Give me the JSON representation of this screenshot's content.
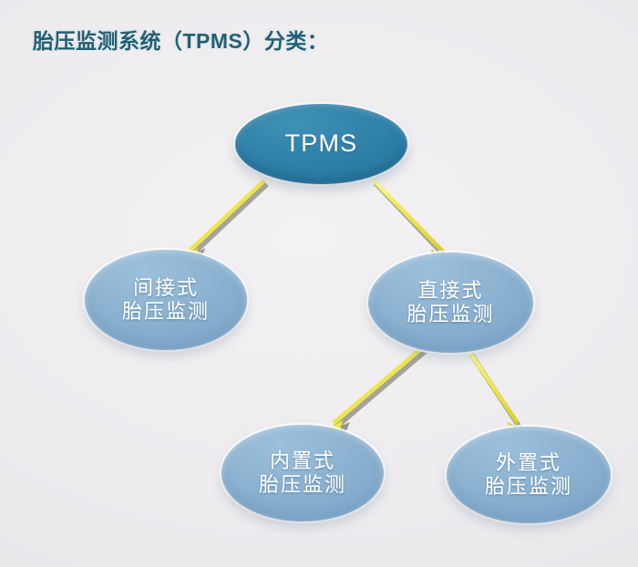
{
  "page": {
    "title_text": "胎压监测系统（TPMS）分类：",
    "background_color": "#eeecef",
    "title_color": "#225f73",
    "watermark": ""
  },
  "palette": {
    "root_fill": "#2d7ea6",
    "child_fill": "#87aece",
    "arrow_fill": "#f0e84a",
    "arrow_shadow": "#4a4a38",
    "node_text": "#ffffff"
  },
  "diagram": {
    "type": "tree",
    "nodes": [
      {
        "id": "tpms",
        "label": "TPMS",
        "level": 0
      },
      {
        "id": "indirect",
        "label": "间接式\n胎压监测",
        "level": 1
      },
      {
        "id": "direct",
        "label": "直接式\n胎压监测",
        "level": 1
      },
      {
        "id": "internal",
        "label": "内置式\n胎压监测",
        "level": 2
      },
      {
        "id": "external",
        "label": "外置式\n胎压监测",
        "level": 2
      }
    ],
    "edges": [
      {
        "from": "tpms",
        "to": "indirect"
      },
      {
        "from": "tpms",
        "to": "direct"
      },
      {
        "from": "direct",
        "to": "internal"
      },
      {
        "from": "direct",
        "to": "external"
      }
    ]
  }
}
